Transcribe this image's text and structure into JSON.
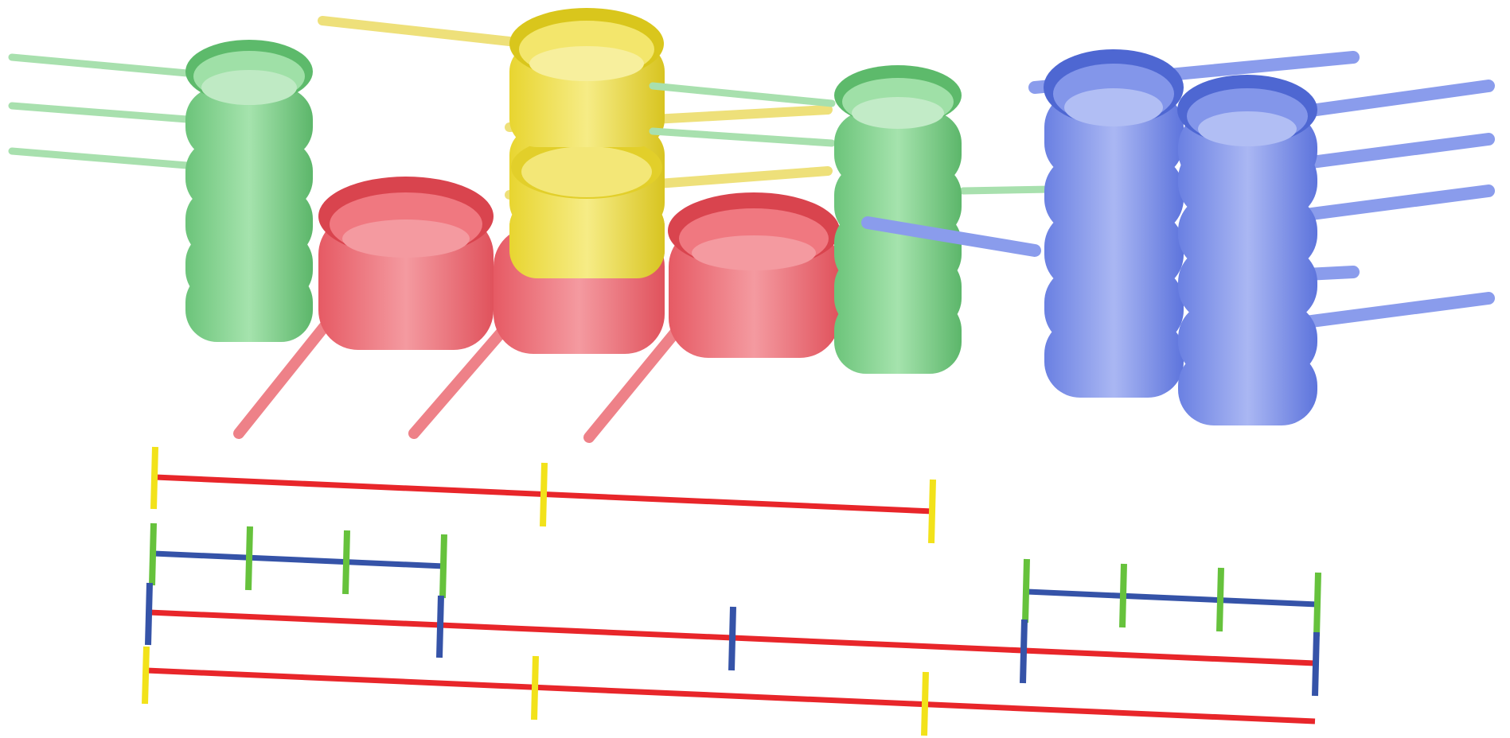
{
  "colors": {
    "green": "#7fd48a",
    "green_dark": "#4fae5c",
    "yellow": "#f2e35a",
    "yellow_dark": "#cdbb1c",
    "red": "#ef6b73",
    "red_dark": "#cf3f49",
    "blue": "#7f92ea",
    "blue_dark": "#4a63cf",
    "line_red": "#e8262a",
    "line_blue": "#3553a8",
    "tick_yellow": "#f2e21a",
    "tick_green": "#66c23c",
    "tick_blue": "#3553a8"
  },
  "diagram": {
    "description_items": [
      "green-cup-stack",
      "yellow-cup-stack",
      "red-saucepan-row",
      "blue-cup-stacks",
      "measurement-bars"
    ]
  }
}
